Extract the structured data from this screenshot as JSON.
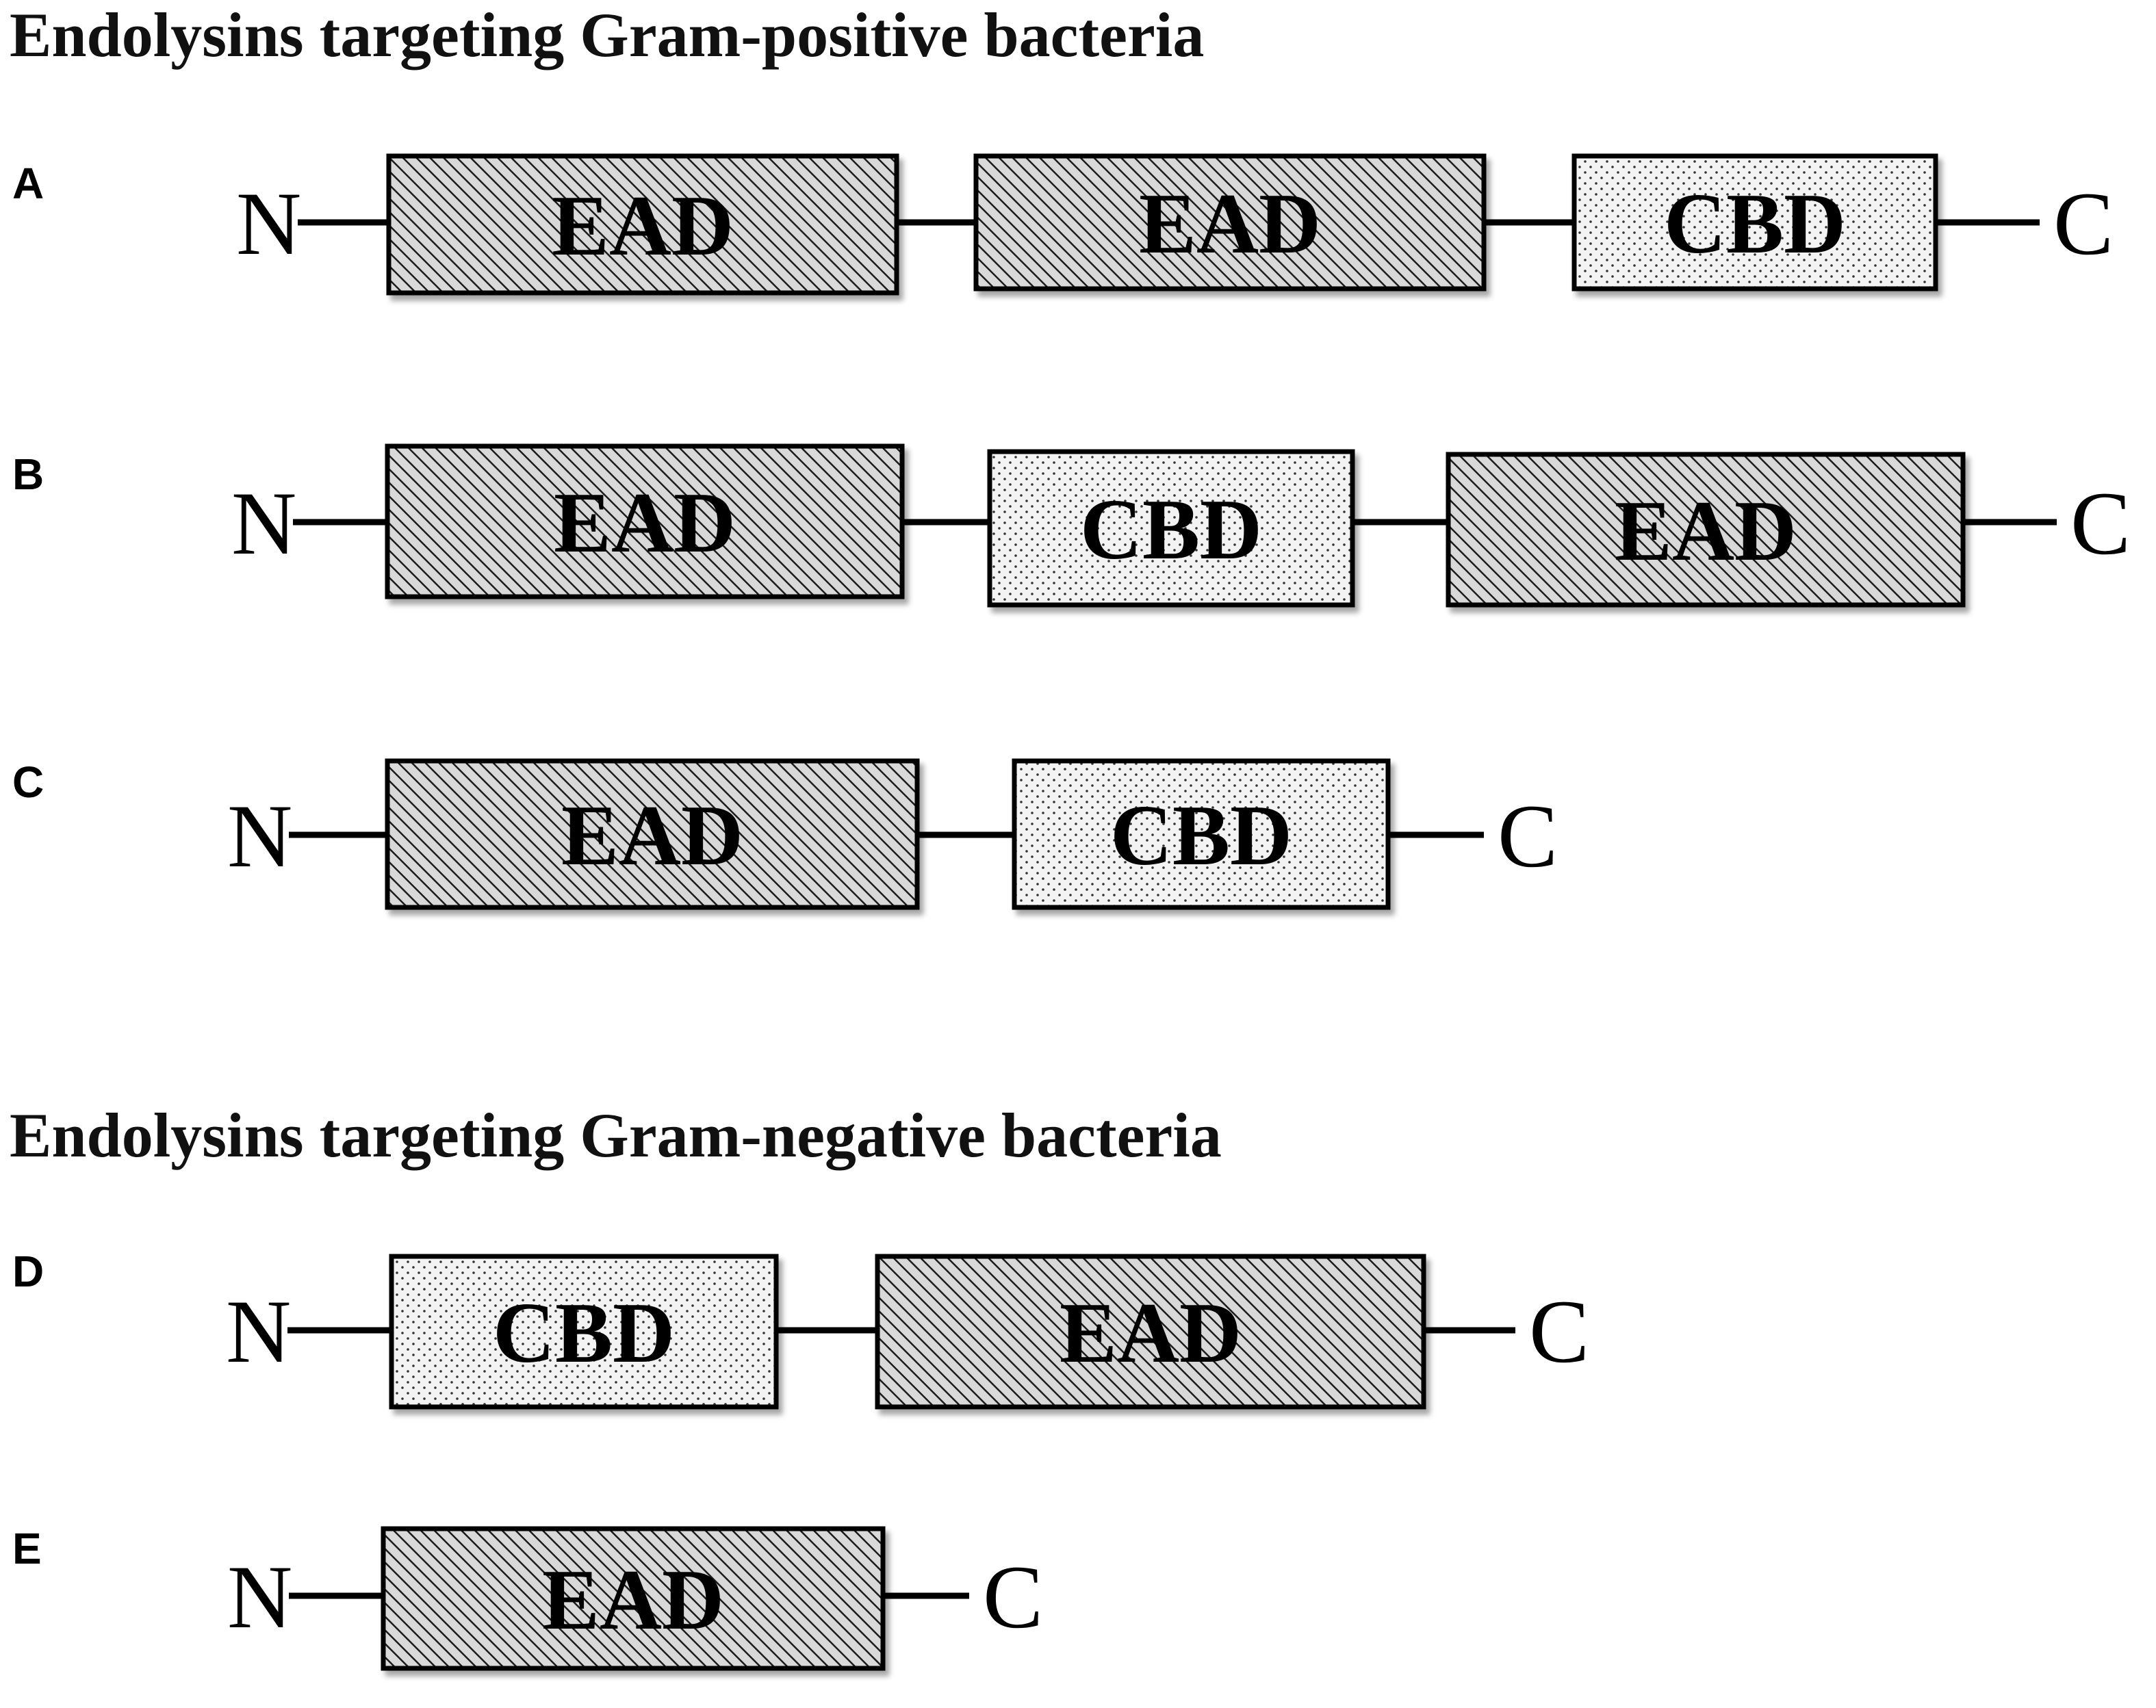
{
  "titles": {
    "gram_positive": "Endolysins targeting Gram-positive bacteria",
    "gram_negative": "Endolysins targeting Gram-negative bacteria"
  },
  "terminus": {
    "n": "N",
    "c": "C"
  },
  "legend_fill": {
    "EAD": "hatched",
    "CBD": "dotted"
  },
  "colors": {
    "hatch_fill": "#d9d9d9",
    "hatch_line": "#1a1a1a",
    "dot_fill": "#f3f3f3",
    "dot_color": "#333333",
    "stroke": "#000000"
  },
  "panels": [
    {
      "label": "A",
      "domains": [
        "EAD",
        "EAD",
        "CBD"
      ]
    },
    {
      "label": "B",
      "domains": [
        "EAD",
        "CBD",
        "EAD"
      ]
    },
    {
      "label": "C",
      "domains": [
        "EAD",
        "CBD"
      ]
    },
    {
      "label": "D",
      "domains": [
        "CBD",
        "EAD"
      ]
    },
    {
      "label": "E",
      "domains": [
        "EAD"
      ]
    }
  ]
}
